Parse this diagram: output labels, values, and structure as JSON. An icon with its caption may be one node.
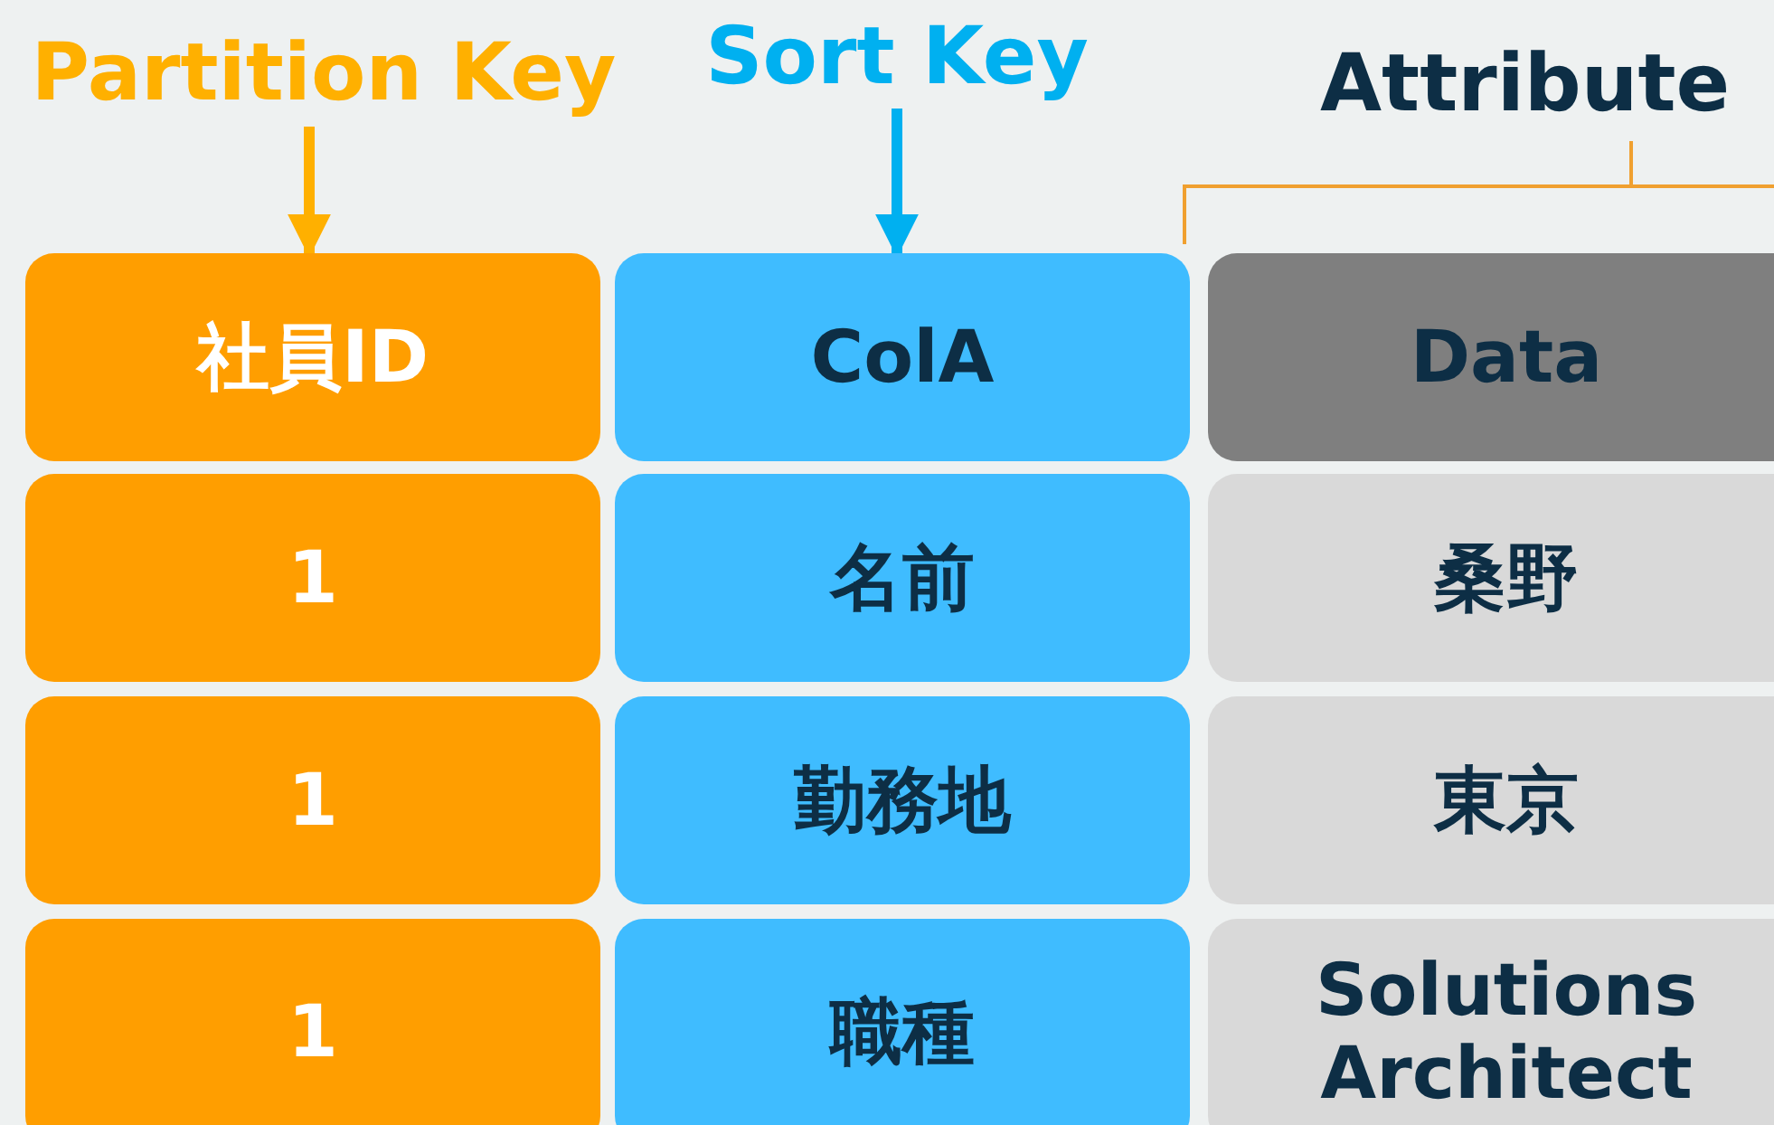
{
  "diagram": {
    "nodes": [
      {
        "text": [
          "Partition Key"
        ]
      },
      {
        "text": [
          "Sort Key"
        ]
      },
      {
        "text": [
          "社員ID"
        ]
      },
      {
        "text": [
          "ColA"
        ]
      },
      {
        "text": [
          "Data"
        ]
      },
      {
        "text": [
          "1"
        ]
      },
      {
        "text": [
          "名前"
        ]
      },
      {
        "text": [
          "桑野"
        ]
      },
      {
        "text": [
          "1"
        ]
      },
      {
        "text": [
          "勤務地"
        ]
      },
      {
        "text": [
          "東京"
        ]
      },
      {
        "text": [
          "1"
        ]
      },
      {
        "text": [
          "職種"
        ]
      },
      {
        "text": [
          "Solutions Architect"
        ]
      }
    ],
    "edges": [
      {
        "from": 0,
        "to": 2,
        "arrow": "to",
        "color": "#ffb000"
      },
      {
        "from": 1,
        "to": 3,
        "arrow": "to",
        "color": "#00b0f0"
      }
    ],
    "labels": [
      "Attribute"
    ]
  }
}
